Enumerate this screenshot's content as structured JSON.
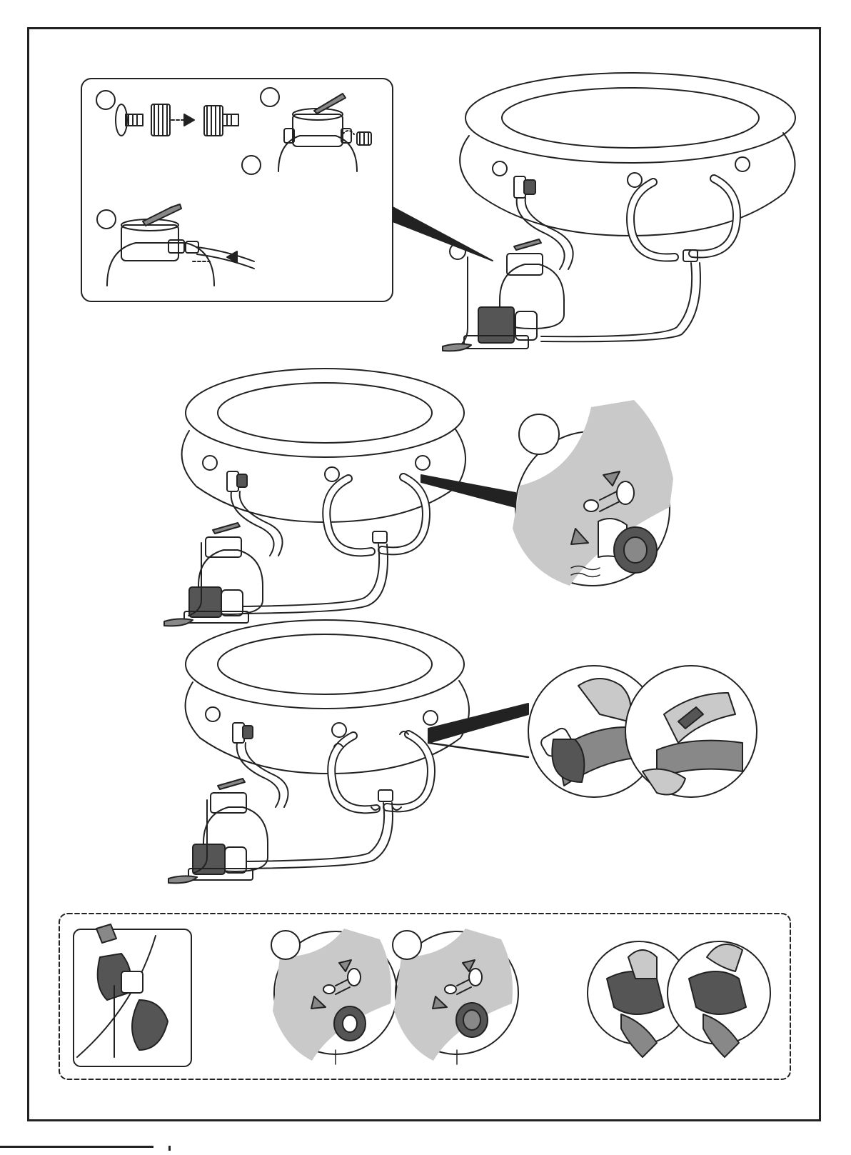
{
  "colors": {
    "line": "#222222",
    "water": "#c9c9c9",
    "dark_part": "#555555",
    "mid_part": "#888888"
  },
  "figures": [
    "step-valve-and-hose-connection",
    "step-strainer-installation",
    "step-hose-clamp-tightening",
    "alternate-accessories-panel"
  ]
}
